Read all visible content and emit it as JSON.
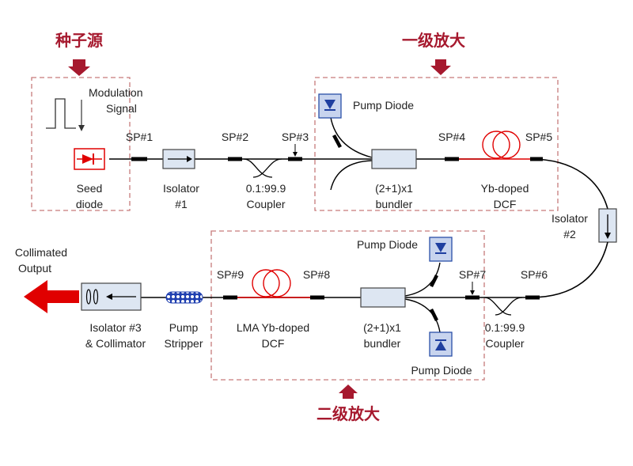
{
  "stages": {
    "seed_title": "种子源",
    "first_title": "一级放大",
    "second_title": "二级放大"
  },
  "labels": {
    "modulation_1": "Modulation",
    "modulation_2": "Signal",
    "seed_1": "Seed",
    "seed_2": "diode",
    "isolator1_1": "Isolator",
    "isolator1_2": "#1",
    "coupler1_1": "0.1:99.9",
    "coupler1_2": "Coupler",
    "pump_top": "Pump Diode",
    "bundler1_1": "(2+1)x1",
    "bundler1_2": "bundler",
    "dcf1_1": "Yb-doped",
    "dcf1_2": "DCF",
    "isolator2_1": "Isolator",
    "isolator2_2": "#2",
    "pump_mid": "Pump Diode",
    "pump_bottom": "Pump Diode",
    "bundler2_1": "(2+1)x1",
    "bundler2_2": "bundler",
    "coupler2_1": "0.1:99.9",
    "coupler2_2": "Coupler",
    "dcf2_1": "LMA Yb-doped",
    "dcf2_2": "DCF",
    "stripper_1": "Pump",
    "stripper_2": "Stripper",
    "isolator3_1": "Isolator #3",
    "isolator3_2": "& Collimator",
    "output_1": "Collimated",
    "output_2": "Output"
  },
  "splices": {
    "sp1": "SP#1",
    "sp2": "SP#2",
    "sp3": "SP#3",
    "sp4": "SP#4",
    "sp5": "SP#5",
    "sp6": "SP#6",
    "sp7": "SP#7",
    "sp8": "SP#8",
    "sp9": "SP#9"
  },
  "colors": {
    "stage_title": "#a6192e",
    "dashed_border": "#c77b7b",
    "fiber": "#000000",
    "doped_fiber": "#e00000",
    "output_arrow": "#e00000",
    "component_fill": "#dde6f2",
    "pump_fill": "#c8d4ee"
  }
}
